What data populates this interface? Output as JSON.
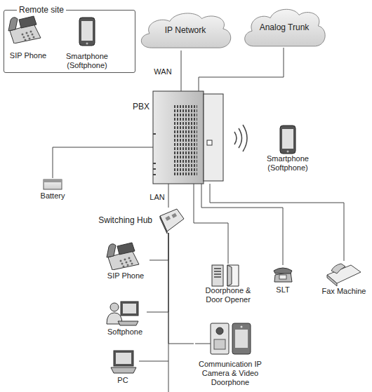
{
  "diagram": {
    "nodes": [
      {
        "text": [
          "Remote site"
        ]
      },
      {
        "text": [
          "SIP Phone"
        ],
        "in": 0
      },
      {
        "text": [
          "Smartphone (Softphone)"
        ],
        "in": 0
      },
      {
        "text": [
          "IP Network"
        ]
      },
      {
        "text": [
          "Analog Trunk"
        ]
      },
      {
        "text": [
          "PBX"
        ]
      },
      {
        "text": [
          "Battery"
        ]
      },
      {
        "text": [
          "Smartphone (Softphone)"
        ]
      },
      {
        "text": [
          "Switching Hub"
        ]
      },
      {
        "text": [
          "SIP Phone"
        ]
      },
      {
        "text": [
          "Softphone"
        ]
      },
      {
        "text": [
          "PC"
        ]
      },
      {
        "text": [
          "Doorphone & Door Opener"
        ]
      },
      {
        "text": [
          "SLT"
        ]
      },
      {
        "text": [
          "Fax Machine"
        ]
      },
      {
        "text": [
          "Communication IP Camera & Video Doorphone"
        ]
      }
    ],
    "edges": [
      {
        "from": 3,
        "to": 5,
        "arrow": "none",
        "label": "WAN"
      },
      {
        "from": 4,
        "to": 5,
        "arrow": "none"
      },
      {
        "from": 5,
        "to": 6,
        "arrow": "none"
      },
      {
        "from": 5,
        "to": 8,
        "arrow": "none",
        "label": "LAN"
      },
      {
        "from": 5,
        "to": 12,
        "arrow": "none"
      },
      {
        "from": 5,
        "to": 13,
        "arrow": "none"
      },
      {
        "from": 5,
        "to": 14,
        "arrow": "none"
      },
      {
        "from": 8,
        "to": 9,
        "arrow": "none"
      },
      {
        "from": 8,
        "to": 10,
        "arrow": "none"
      },
      {
        "from": 8,
        "to": 11,
        "arrow": "none"
      },
      {
        "from": 8,
        "to": 15,
        "arrow": "none"
      }
    ]
  }
}
